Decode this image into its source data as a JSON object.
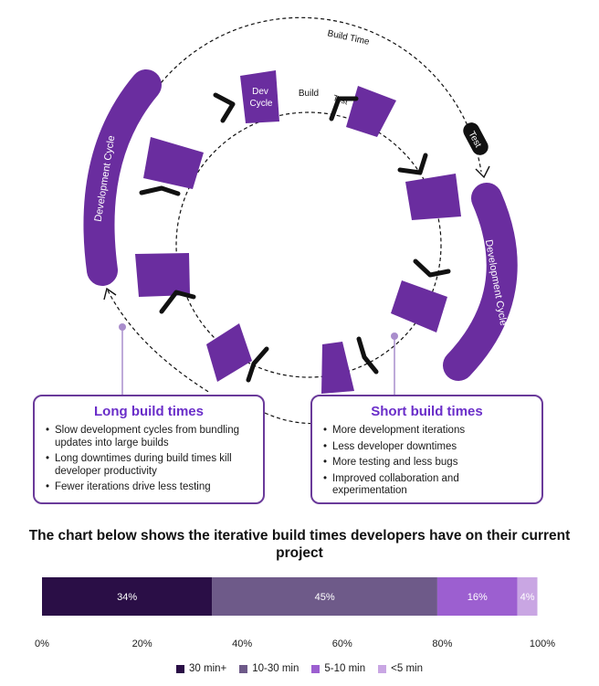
{
  "diagram": {
    "outer_label": "Build Time",
    "test_pill": "Test",
    "dev_cycle_label": "Development Cycle",
    "inner_dev_cycle": [
      "Dev",
      "Cycle"
    ],
    "inner_build": "Build",
    "inner_test": "Test",
    "colors": {
      "purple": "#6a2d9f",
      "ink": "#111111",
      "dot": "#a98dcc"
    }
  },
  "long_box": {
    "title": "Long build times",
    "bullets": [
      "Slow development cycles from bundling updates into large builds",
      "Long downtimes during build times kill developer productivity",
      "Fewer iterations drive less testing"
    ]
  },
  "short_box": {
    "title": "Short build times",
    "bullets": [
      "More development iterations",
      "Less developer downtimes",
      "More testing and less bugs",
      "Improved collaboration and experimentation"
    ]
  },
  "chart_heading": "The chart below shows the iterative build times developers have on their current project",
  "chart_data": {
    "type": "bar",
    "orientation": "horizontal-stacked",
    "categories": [
      "30 min+",
      "10-30 min",
      "5-10 min",
      "<5 min"
    ],
    "values": [
      34,
      45,
      16,
      4
    ],
    "data_labels": [
      "34%",
      "45%",
      "16%",
      "4%"
    ],
    "colors": [
      "#2a0e46",
      "#6e5a89",
      "#9c5fd0",
      "#c9a6e3"
    ],
    "xlim": [
      0,
      100
    ],
    "ticks": [
      0,
      20,
      40,
      60,
      80,
      100
    ],
    "tick_labels": [
      "0%",
      "20%",
      "40%",
      "60%",
      "80%",
      "100%"
    ],
    "legend_position": "bottom"
  }
}
